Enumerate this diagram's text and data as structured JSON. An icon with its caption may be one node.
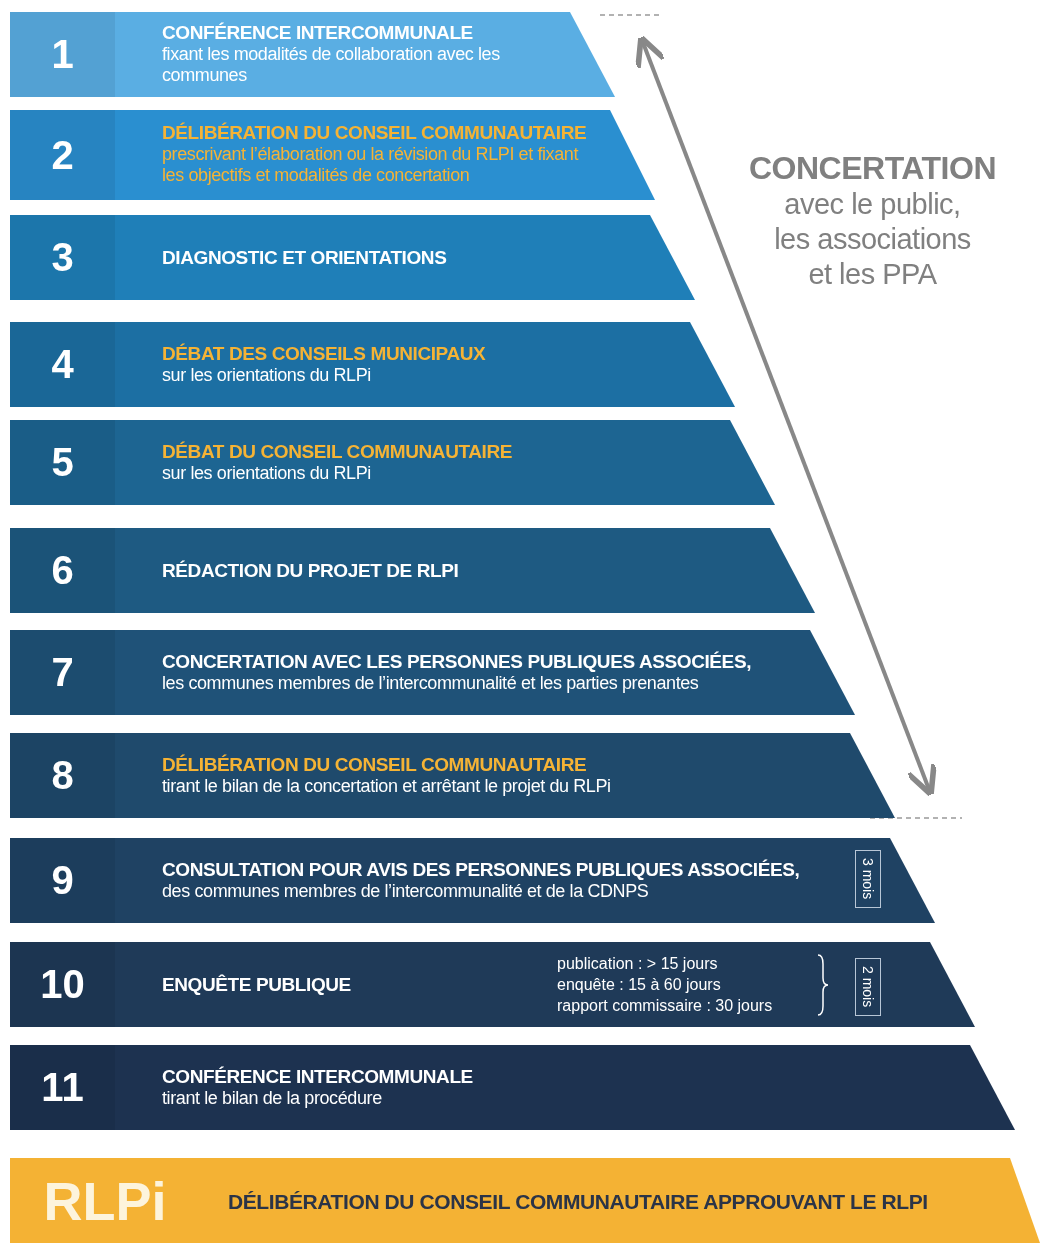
{
  "diagram": {
    "nodes": [
      {
        "text": [
          "1",
          "CONFÉRENCE INTERCOMMUNALE",
          "fixant les modalités de collaboration avec les communes"
        ]
      },
      {
        "text": [
          "2",
          "DÉLIBÉRATION DU CONSEIL COMMUNAUTAIRE",
          "prescrivant l’élaboration ou la révision du RLPI et fixant les objectifs et modalités de concertation"
        ]
      },
      {
        "text": [
          "3",
          "DIAGNOSTIC ET ORIENTATIONS"
        ]
      },
      {
        "text": [
          "4",
          "DÉBAT DES CONSEILS MUNICIPAUX",
          "sur les orientations du RLPi"
        ]
      },
      {
        "text": [
          "5",
          "DÉBAT DU CONSEIL COMMUNAUTAIRE",
          "sur les orientations du RLPi"
        ]
      },
      {
        "text": [
          "6",
          "RÉDACTION DU PROJET DE RLPI"
        ]
      },
      {
        "text": [
          "7",
          "CONCERTATION AVEC LES PERSONNES PUBLIQUES ASSOCIÉES,",
          "les communes membres de l’intercommunalité et les parties prenantes"
        ]
      },
      {
        "text": [
          "8",
          "DÉLIBÉRATION DU CONSEIL COMMUNAUTAIRE",
          "tirant le bilan de la concertation et arrêtant le projet du RLPi"
        ]
      },
      {
        "text": [
          "9",
          "CONSULTATION POUR AVIS DES PERSONNES PUBLIQUES ASSOCIÉES,",
          "des communes membres de l’intercommunalité et de la CDNPS"
        ]
      },
      {
        "text": [
          "3 mois"
        ],
        "in": 8
      },
      {
        "text": [
          "10",
          "ENQUÊTE PUBLIQUE",
          "publication : > 15 jours",
          "enquête : 15 à 60 jours",
          "rapport commissaire : 30 jours"
        ]
      },
      {
        "text": [
          "2 mois"
        ],
        "in": 10
      },
      {
        "text": [
          "11",
          "CONFÉRENCE INTERCOMMUNALE",
          "tirant le bilan de la procédure"
        ]
      },
      {
        "text": [
          "RLPi",
          "DÉLIBÉRATION DU CONSEIL COMMUNAUTAIRE APPROUVANT LE RLPI"
        ]
      }
    ],
    "labels": [
      "CONCERTATION",
      "avec le public, les associations et les PPA"
    ]
  }
}
